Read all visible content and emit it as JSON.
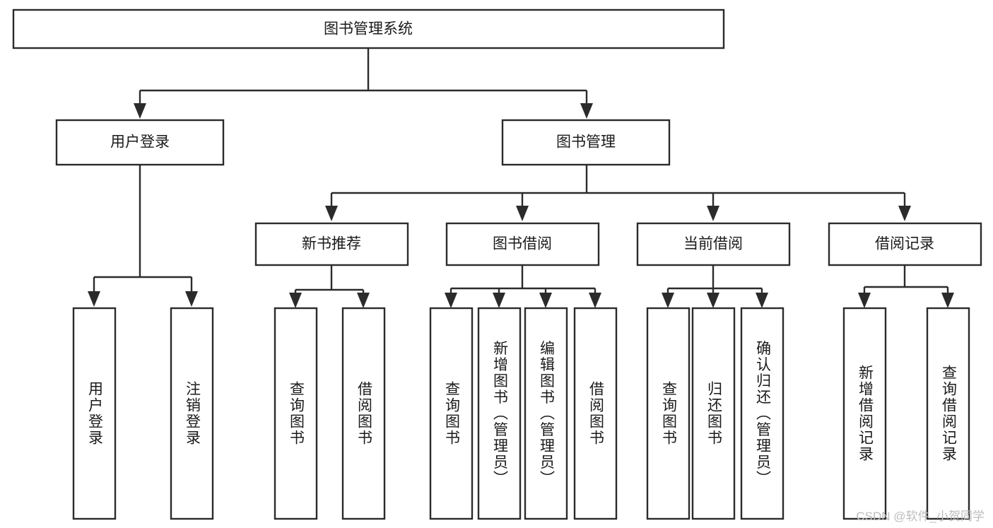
{
  "diagram": {
    "type": "tree",
    "title": "图书管理系统",
    "watermark": "CSDN @软件_小贺同学",
    "colors": {
      "box_stroke": "#2b2b2b",
      "box_fill": "#ffffff",
      "text": "#1a1a1a",
      "background": "#ffffff",
      "watermark": "#bdbdbd"
    },
    "nodes": {
      "root": "图书管理系统",
      "level2": [
        "用户登录",
        "图书管理"
      ],
      "level3": [
        "新书推荐",
        "图书借阅",
        "当前借阅",
        "借阅记录"
      ],
      "leaves": {
        "user_login": [
          "用户登录",
          "注销登录"
        ],
        "new_book_recommend": [
          "查询图书",
          "借阅图书"
        ],
        "book_borrow": [
          "查询图书",
          "新增图书（管理员）",
          "编辑图书（管理员）",
          "借阅图书"
        ],
        "current_borrow": [
          "查询图书",
          "归还图书",
          "确认归还（管理员）"
        ],
        "borrow_record": [
          "新增借阅记录",
          "查询借阅记录"
        ]
      }
    }
  }
}
